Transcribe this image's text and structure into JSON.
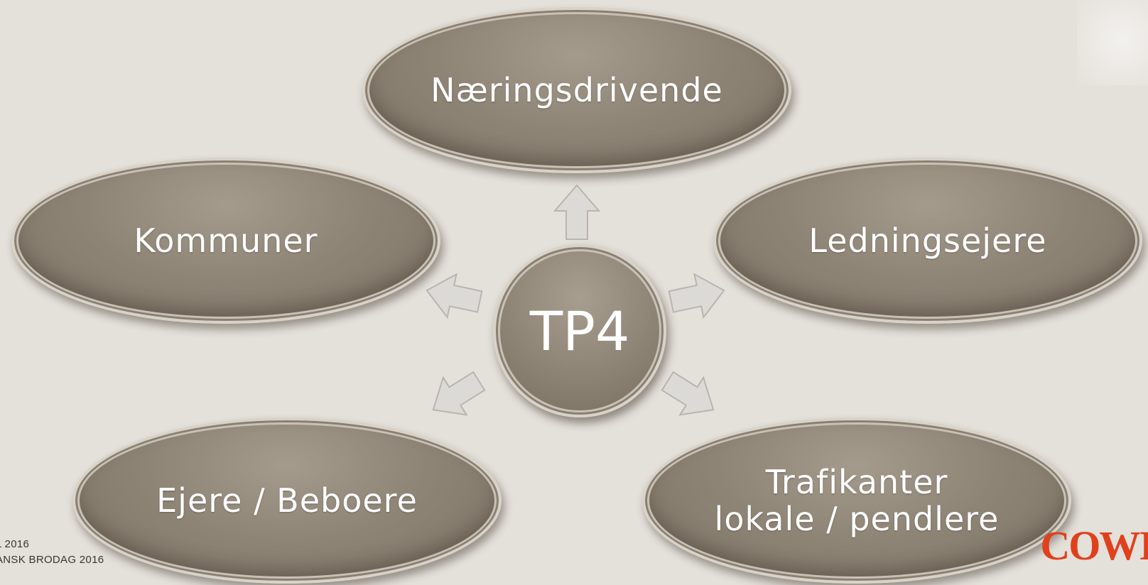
{
  "diagram": {
    "center": {
      "label": "TP4"
    },
    "nodes": [
      {
        "id": "naeringsdrivende",
        "lines": [
          "Næringsdrivende"
        ]
      },
      {
        "id": "kommuner",
        "lines": [
          "Kommuner"
        ]
      },
      {
        "id": "ledningsejere",
        "lines": [
          "Ledningsejere"
        ]
      },
      {
        "id": "ejere-beboere",
        "lines": [
          "Ejere / Beboere"
        ]
      },
      {
        "id": "trafikanter",
        "lines": [
          "Trafikanter",
          "lokale / pendlere"
        ]
      }
    ],
    "arrow_color": "#d8d6d2",
    "bubble_color": "#8f8577"
  },
  "footer": {
    "line1": "L 2016",
    "line2": "ANSK BRODAG 2016"
  },
  "logo": {
    "text": "COWI",
    "color": "#e0401c"
  }
}
